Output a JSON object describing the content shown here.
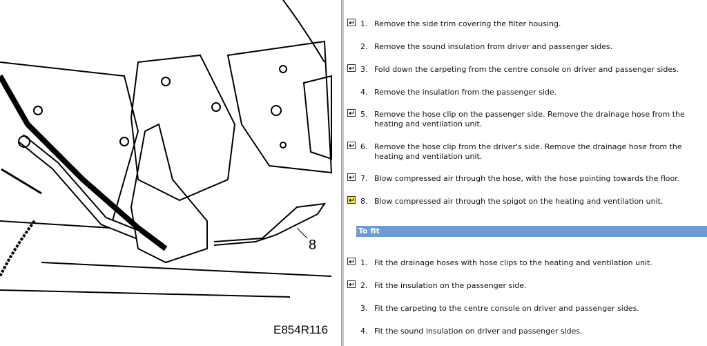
{
  "illustration": {
    "caption": "E854R116",
    "callout": "8"
  },
  "remove_steps": [
    {
      "num": "1.",
      "text": "Remove the side trim covering the filter housing.",
      "icon": "return-arrow-icon"
    },
    {
      "num": "2.",
      "text": "Remove the sound insulation from driver and passenger sides.",
      "icon": null
    },
    {
      "num": "3.",
      "text": "Fold down the carpeting from the centre console on driver and passenger sides.",
      "icon": "return-arrow-icon"
    },
    {
      "num": "4.",
      "text": "Remove the insulation from the passenger side.",
      "icon": null
    },
    {
      "num": "5.",
      "text": "Remove the hose clip on the passenger side. Remove the drainage hose from the heating and ventilation unit.",
      "icon": "return-arrow-icon"
    },
    {
      "num": "6.",
      "text": "Remove the hose clip from the driver's side. Remove the drainage hose from the heating and ventilation unit.",
      "icon": "return-arrow-icon"
    },
    {
      "num": "7.",
      "text": "Blow compressed air through the hose, with the hose pointing towards the floor.",
      "icon": "return-arrow-icon"
    },
    {
      "num": "8.",
      "text": "Blow compressed air through the spigot on the heating and ventilation unit.",
      "icon": "return-arrow-highlighted-icon"
    }
  ],
  "section_header": "To fit",
  "fit_steps": [
    {
      "num": "1.",
      "text": "Fit the drainage hoses with hose clips to the heating and ventilation unit.",
      "icon": "return-arrow-icon"
    },
    {
      "num": "2.",
      "text": "Fit the insulation on the passenger side.",
      "icon": "return-arrow-icon"
    },
    {
      "num": "3.",
      "text": "Fit the carpeting to the centre console on driver and passenger sides.",
      "icon": null
    },
    {
      "num": "4.",
      "text": "Fit the sound insulation on driver and passenger sides.",
      "icon": null
    }
  ],
  "colors": {
    "header": "#6b9bd2",
    "highlight_icon": "#f2e64a"
  }
}
